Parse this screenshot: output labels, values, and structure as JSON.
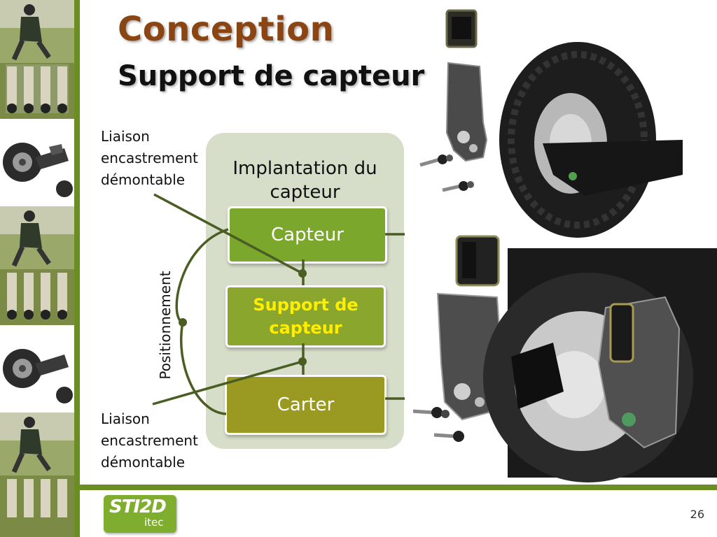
{
  "slide": {
    "title": "Conception",
    "subtitle": "Support de capteur",
    "page_number": "26"
  },
  "diagram": {
    "heading": "Implantation du capteur",
    "blocks": [
      {
        "label": "Capteur",
        "color": "#7ba82c"
      },
      {
        "label": "Support de capteur",
        "color": "#8ba62c",
        "text_color": "#ffee00"
      },
      {
        "label": "Carter",
        "color": "#9a9a22"
      }
    ],
    "left_labels": {
      "top": "Liaison encastrement démontable",
      "bottom": "Liaison encastrement démontable",
      "vertical": "Positionnement"
    },
    "connector_color": "#4a5d23"
  },
  "logo": {
    "main": "STI2D",
    "sub": "itec"
  },
  "colors": {
    "title": "#8b4513",
    "accent_green": "#6b8e23",
    "diagram_bg": "#d6ddc8"
  },
  "images": [
    "mountainboard-rider-photo",
    "mountainboard-wheel-photo",
    "exploded-sensor-support-render",
    "wheel-assembly-render",
    "sensor-closeup-render"
  ]
}
